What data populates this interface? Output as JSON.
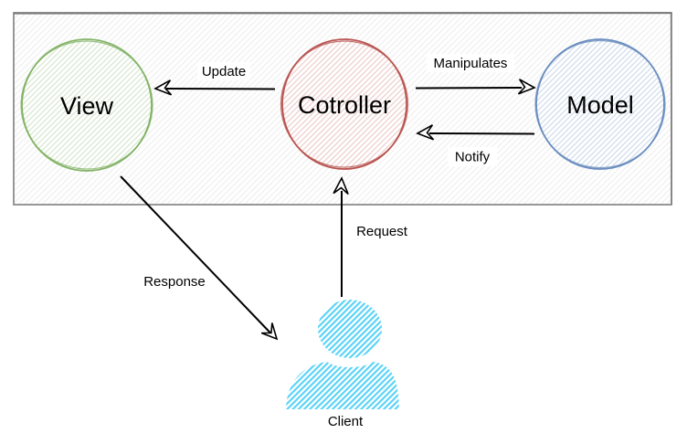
{
  "diagram": {
    "container": {
      "border_color": "#8c8c8c",
      "hatch_color": "#e8e8e8"
    },
    "nodes": {
      "view": {
        "label": "View",
        "stroke": "#82b366",
        "fill_hatch": "#d5e8d4"
      },
      "controller": {
        "label": "Cotroller",
        "stroke": "#b85450",
        "fill_hatch": "#f8cecc"
      },
      "model": {
        "label": "Model",
        "stroke": "#6c8ebf",
        "fill_hatch": "#dae8fc"
      }
    },
    "edges": {
      "update": {
        "label": "Update"
      },
      "manipulates": {
        "label": "Manipulates"
      },
      "notify": {
        "label": "Notify"
      },
      "request": {
        "label": "Request"
      },
      "response": {
        "label": "Response"
      }
    },
    "actor": {
      "label": "Client",
      "color": "#4fd0f7"
    }
  }
}
